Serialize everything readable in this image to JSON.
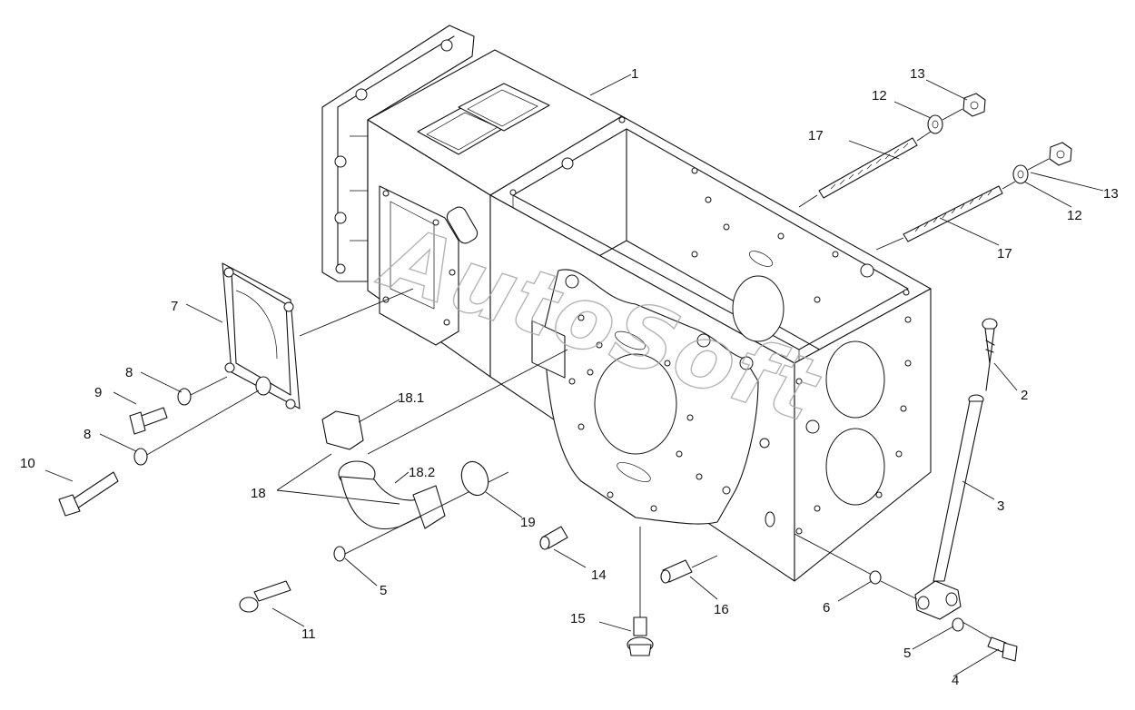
{
  "watermark": "AutoSoft",
  "callouts": {
    "c1": "1",
    "c2": "2",
    "c3": "3",
    "c4": "4",
    "c5a": "5",
    "c5b": "5",
    "c6": "6",
    "c7": "7",
    "c8a": "8",
    "c8b": "8",
    "c9": "9",
    "c10": "10",
    "c11": "11",
    "c12a": "12",
    "c12b": "12",
    "c13a": "13",
    "c13b": "13",
    "c14": "14",
    "c15": "15",
    "c16": "16",
    "c17a": "17",
    "c17b": "17",
    "c18": "18",
    "c18_1": "18.1",
    "c18_2": "18.2",
    "c19": "19"
  },
  "colors": {
    "line": "#111111",
    "watermark": "#a8a8a8",
    "background": "#ffffff"
  }
}
